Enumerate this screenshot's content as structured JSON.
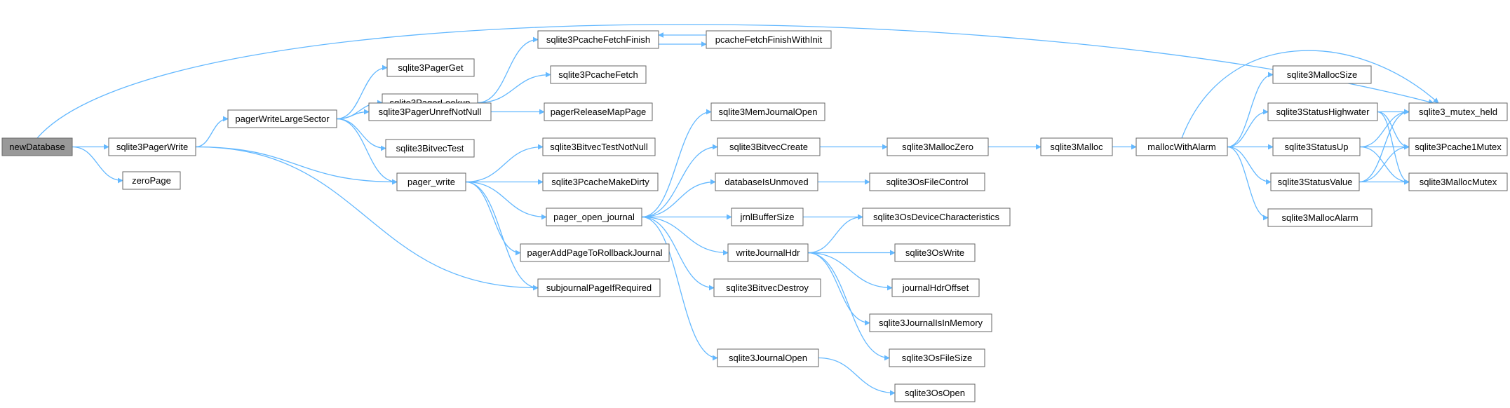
{
  "colors": {
    "edge": "#63b8ff",
    "node_border": "#666666",
    "root_fill": "#999999",
    "node_fill": "#ffffff"
  },
  "nodes": {
    "newDatabase": "newDatabase",
    "sqlite3PagerWrite": "sqlite3PagerWrite",
    "zeroPage": "zeroPage",
    "pagerWriteLargeSector": "pagerWriteLargeSector",
    "pager_write": "pager_write",
    "subjournalPageIfRequired": "subjournalPageIfRequired",
    "sqlite3PagerGet": "sqlite3PagerGet",
    "sqlite3PagerLookup": "sqlite3PagerLookup",
    "sqlite3PagerUnrefNotNull": "sqlite3PagerUnrefNotNull",
    "sqlite3BitvecTest": "sqlite3BitvecTest",
    "sqlite3PcacheFetchFinish": "sqlite3PcacheFetchFinish",
    "sqlite3PcacheFetch": "sqlite3PcacheFetch",
    "pcacheFetchFinishWithInit": "pcacheFetchFinishWithInit",
    "pagerReleaseMapPage": "pagerReleaseMapPage",
    "sqlite3BitvecTestNotNull": "sqlite3BitvecTestNotNull",
    "sqlite3PcacheMakeDirty": "sqlite3PcacheMakeDirty",
    "pager_open_journal": "pager_open_journal",
    "pagerAddPageToRollbackJournal": "pagerAddPageToRollbackJournal",
    "sqlite3MemJournalOpen": "sqlite3MemJournalOpen",
    "sqlite3BitvecCreate": "sqlite3BitvecCreate",
    "databaseIsUnmoved": "databaseIsUnmoved",
    "jrnlBufferSize": "jrnlBufferSize",
    "writeJournalHdr": "writeJournalHdr",
    "sqlite3BitvecDestroy": "sqlite3BitvecDestroy",
    "sqlite3JournalOpen": "sqlite3JournalOpen",
    "sqlite3MallocZero": "sqlite3MallocZero",
    "sqlite3OsFileControl": "sqlite3OsFileControl",
    "sqlite3OsDeviceCharacteristics": "sqlite3OsDeviceCharacteristics",
    "sqlite3OsWrite": "sqlite3OsWrite",
    "journalHdrOffset": "journalHdrOffset",
    "sqlite3JournalIsInMemory": "sqlite3JournalIsInMemory",
    "sqlite3OsFileSize": "sqlite3OsFileSize",
    "sqlite3OsOpen": "sqlite3OsOpen",
    "sqlite3Malloc": "sqlite3Malloc",
    "mallocWithAlarm": "mallocWithAlarm",
    "sqlite3MallocSize": "sqlite3MallocSize",
    "sqlite3StatusHighwater": "sqlite3StatusHighwater",
    "sqlite3StatusUp": "sqlite3StatusUp",
    "sqlite3StatusValue": "sqlite3StatusValue",
    "sqlite3MallocAlarm": "sqlite3MallocAlarm",
    "sqlite3_mutex_held": "sqlite3_mutex_held",
    "sqlite3Pcache1Mutex": "sqlite3Pcache1Mutex",
    "sqlite3MallocMutex": "sqlite3MallocMutex"
  },
  "edges": [
    [
      "newDatabase",
      "sqlite3PagerWrite"
    ],
    [
      "newDatabase",
      "zeroPage"
    ],
    [
      "newDatabase",
      "sqlite3_mutex_held"
    ],
    [
      "sqlite3PagerWrite",
      "pagerWriteLargeSector"
    ],
    [
      "sqlite3PagerWrite",
      "pager_write"
    ],
    [
      "sqlite3PagerWrite",
      "subjournalPageIfRequired"
    ],
    [
      "pagerWriteLargeSector",
      "sqlite3PagerGet"
    ],
    [
      "pagerWriteLargeSector",
      "sqlite3PagerLookup"
    ],
    [
      "pagerWriteLargeSector",
      "sqlite3PagerUnrefNotNull"
    ],
    [
      "pagerWriteLargeSector",
      "sqlite3BitvecTest"
    ],
    [
      "pagerWriteLargeSector",
      "pager_write"
    ],
    [
      "sqlite3PagerLookup",
      "sqlite3PcacheFetchFinish"
    ],
    [
      "sqlite3PagerLookup",
      "sqlite3PcacheFetch"
    ],
    [
      "sqlite3PcacheFetchFinish",
      "pcacheFetchFinishWithInit"
    ],
    [
      "pcacheFetchFinishWithInit",
      "sqlite3PcacheFetchFinish"
    ],
    [
      "sqlite3PagerUnrefNotNull",
      "pagerReleaseMapPage"
    ],
    [
      "pager_write",
      "sqlite3BitvecTestNotNull"
    ],
    [
      "pager_write",
      "sqlite3PcacheMakeDirty"
    ],
    [
      "pager_write",
      "pager_open_journal"
    ],
    [
      "pager_write",
      "pagerAddPageToRollbackJournal"
    ],
    [
      "pager_write",
      "subjournalPageIfRequired"
    ],
    [
      "pager_open_journal",
      "sqlite3MemJournalOpen"
    ],
    [
      "pager_open_journal",
      "sqlite3BitvecCreate"
    ],
    [
      "pager_open_journal",
      "databaseIsUnmoved"
    ],
    [
      "pager_open_journal",
      "jrnlBufferSize"
    ],
    [
      "pager_open_journal",
      "writeJournalHdr"
    ],
    [
      "pager_open_journal",
      "sqlite3BitvecDestroy"
    ],
    [
      "pager_open_journal",
      "sqlite3JournalOpen"
    ],
    [
      "sqlite3BitvecCreate",
      "sqlite3MallocZero"
    ],
    [
      "sqlite3MallocZero",
      "sqlite3Malloc"
    ],
    [
      "sqlite3Malloc",
      "mallocWithAlarm"
    ],
    [
      "databaseIsUnmoved",
      "sqlite3OsFileControl"
    ],
    [
      "jrnlBufferSize",
      "sqlite3OsDeviceCharacteristics"
    ],
    [
      "writeJournalHdr",
      "sqlite3OsDeviceCharacteristics"
    ],
    [
      "writeJournalHdr",
      "sqlite3OsWrite"
    ],
    [
      "writeJournalHdr",
      "journalHdrOffset"
    ],
    [
      "writeJournalHdr",
      "sqlite3JournalIsInMemory"
    ],
    [
      "writeJournalHdr",
      "sqlite3OsFileSize"
    ],
    [
      "sqlite3JournalOpen",
      "sqlite3OsOpen"
    ],
    [
      "mallocWithAlarm",
      "sqlite3MallocSize"
    ],
    [
      "mallocWithAlarm",
      "sqlite3StatusHighwater"
    ],
    [
      "mallocWithAlarm",
      "sqlite3StatusUp"
    ],
    [
      "mallocWithAlarm",
      "sqlite3StatusValue"
    ],
    [
      "mallocWithAlarm",
      "sqlite3MallocAlarm"
    ],
    [
      "mallocWithAlarm",
      "sqlite3_mutex_held"
    ],
    [
      "sqlite3StatusHighwater",
      "sqlite3_mutex_held"
    ],
    [
      "sqlite3StatusHighwater",
      "sqlite3Pcache1Mutex"
    ],
    [
      "sqlite3StatusHighwater",
      "sqlite3MallocMutex"
    ],
    [
      "sqlite3StatusUp",
      "sqlite3_mutex_held"
    ],
    [
      "sqlite3StatusUp",
      "sqlite3Pcache1Mutex"
    ],
    [
      "sqlite3StatusUp",
      "sqlite3MallocMutex"
    ],
    [
      "sqlite3StatusValue",
      "sqlite3_mutex_held"
    ],
    [
      "sqlite3StatusValue",
      "sqlite3Pcache1Mutex"
    ],
    [
      "sqlite3StatusValue",
      "sqlite3MallocMutex"
    ]
  ]
}
